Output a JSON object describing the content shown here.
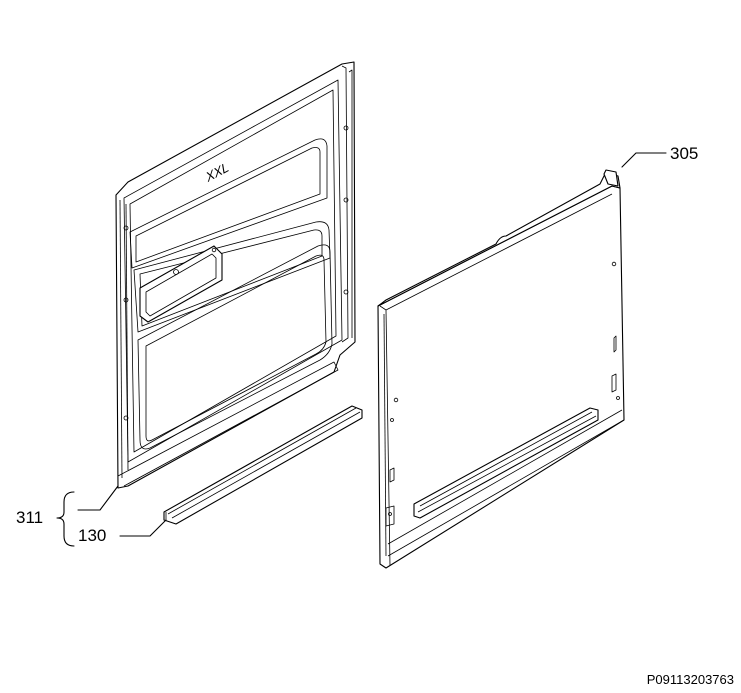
{
  "callouts": {
    "part_305": "305",
    "part_311": "311",
    "part_130": "130"
  },
  "panel_marking": "XXL",
  "reference_code": "P09113203763",
  "colors": {
    "line": "#000000",
    "background": "#ffffff"
  }
}
